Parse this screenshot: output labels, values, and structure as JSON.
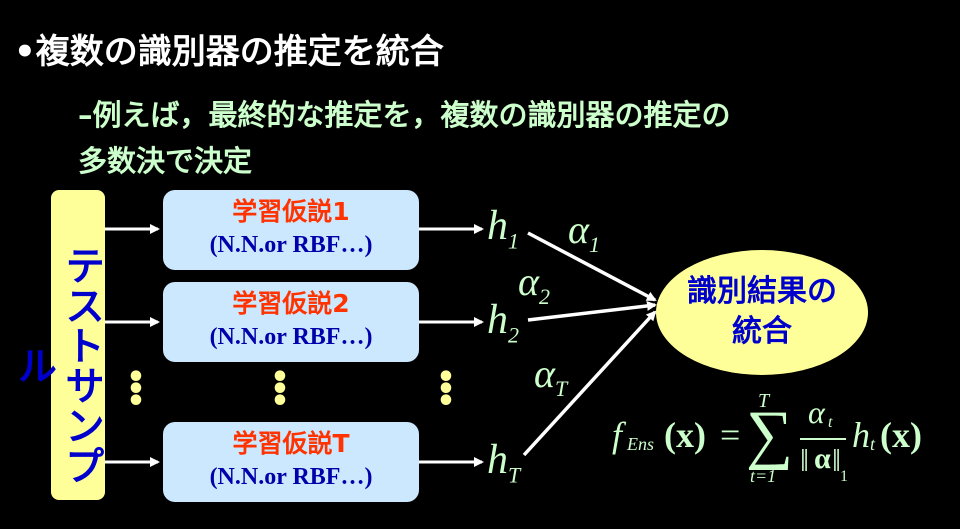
{
  "title": "•複数の識別器の推定を統合",
  "subtitle": {
    "line1": "–例えば，最終的な推定を，複数の識別器の推定の",
    "line2": "多数決で決定"
  },
  "test_sample": "テストサンプル",
  "hypotheses": [
    {
      "name": "学習仮説1",
      "detail": "(N.N.or RBF…)",
      "output": "h",
      "output_sub": "1",
      "weight": "α",
      "weight_sub": "1"
    },
    {
      "name": "学習仮説2",
      "detail": "(N.N.or RBF…)",
      "output": "h",
      "output_sub": "2",
      "weight": "α",
      "weight_sub": "2"
    },
    {
      "name": "学習仮説T",
      "detail": "(N.N.or RBF…)",
      "output": "h",
      "output_sub": "T",
      "weight": "α",
      "weight_sub": "T"
    }
  ],
  "combiner": {
    "line1": "識別結果の",
    "line2": "統合"
  },
  "formula": {
    "f": "f",
    "f_sub": "Ens",
    "x": "(x)",
    "eq": "=",
    "sum_top": "T",
    "sum_bottom": "t=1",
    "num": "α",
    "num_sub": "t",
    "den": "α",
    "den_sub": "1",
    "h": "h",
    "h_sub": "t",
    "hx": "(x)"
  },
  "colors": {
    "background": "#000000",
    "title": "#ffffff",
    "subtitle": "#ccffcc",
    "box_fill": "#cce8ff",
    "hypothesis_name": "#ff3300",
    "hypothesis_detail": "#0000aa",
    "yellow_fill": "#ffff99",
    "blue_text": "#0000cc"
  }
}
